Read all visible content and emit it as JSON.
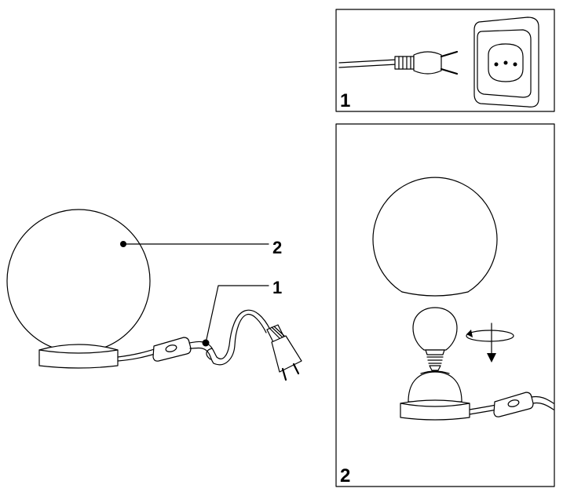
{
  "callouts": {
    "glass_globe": "2",
    "power_cord": "1"
  },
  "panels": {
    "plug_in": {
      "step_number": "1"
    },
    "bulb_install": {
      "step_number": "2"
    }
  },
  "colors": {
    "line": "#000000",
    "background": "#ffffff"
  }
}
